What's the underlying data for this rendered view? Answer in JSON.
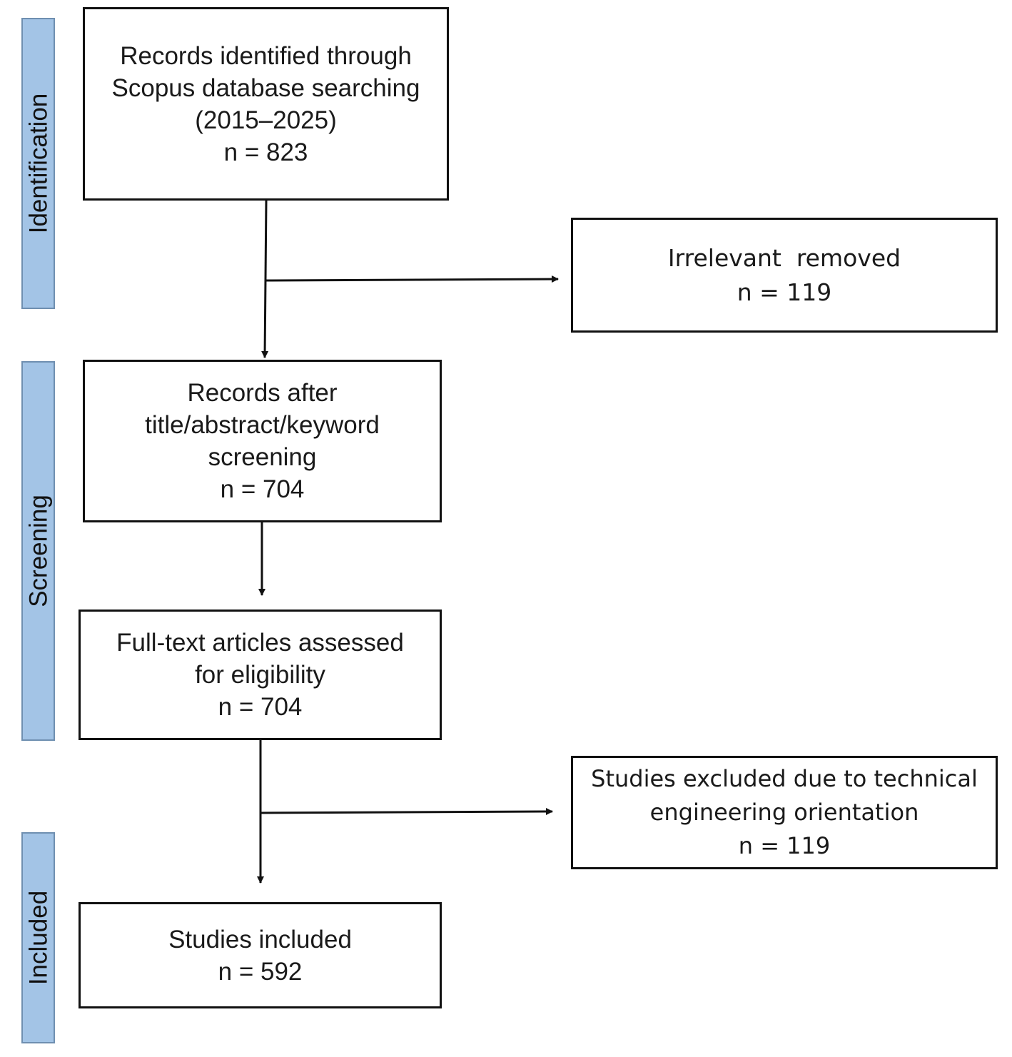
{
  "stages": {
    "identification": "Identification",
    "screening": "Screening",
    "included": "Included"
  },
  "boxes": {
    "identified": {
      "lines": [
        "Records identified through",
        "Scopus database searching",
        "(2015–2025)",
        "n = 823"
      ]
    },
    "irrelevant": {
      "lines": [
        "Irrelevant  removed",
        "n = 119"
      ]
    },
    "after_screening": {
      "lines": [
        "Records after",
        "title/abstract/keyword",
        "screening",
        "n = 704"
      ]
    },
    "full_text": {
      "lines": [
        "Full-text articles assessed",
        "for eligibility",
        "n = 704"
      ]
    },
    "excluded_technical": {
      "lines": [
        "Studies excluded due to technical",
        "engineering orientation",
        "n = 119"
      ]
    },
    "included": {
      "lines": [
        "Studies included",
        "n = 592"
      ]
    }
  },
  "colors": {
    "stage_fill": "#a3c4e6",
    "stage_border": "#6f8fb0",
    "box_border": "#111111",
    "arrow": "#111111"
  }
}
